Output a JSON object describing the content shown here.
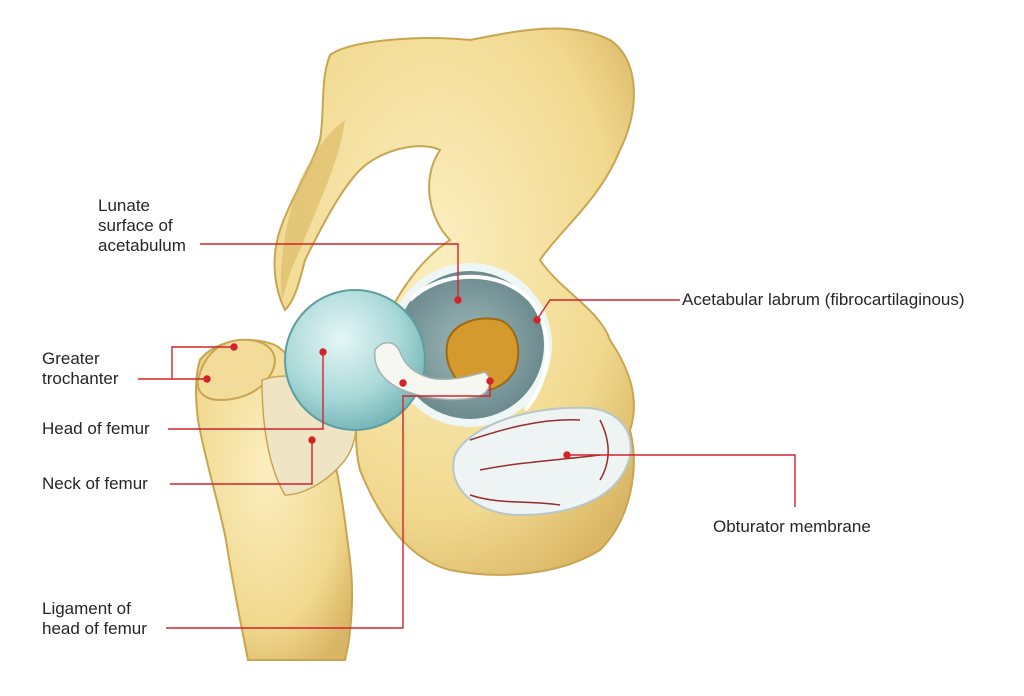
{
  "diagram": {
    "labels": {
      "lunate_surface": [
        "Lunate",
        "surface of",
        "acetabulum"
      ],
      "acetabular_labrum": "Acetabular labrum (fibrocartilaginous)",
      "greater_trochanter": [
        "Greater",
        "trochanter"
      ],
      "head_of_femur": "Head of femur",
      "neck_of_femur": "Neck of femur",
      "obturator_membrane": "Obturator membrane",
      "ligament_of_head": [
        "Ligament of",
        "head of femur"
      ]
    }
  },
  "colors": {
    "bone": "#f3dc9a",
    "bone_shadow": "#d8b860",
    "cartilage": "#a9d8d8",
    "membrane": "#eef3f4",
    "leader_line": "#d2232a",
    "text": "#262626"
  }
}
